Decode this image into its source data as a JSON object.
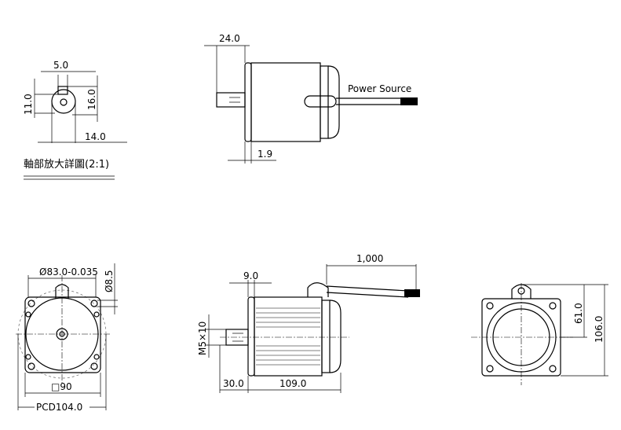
{
  "shaft_detail": {
    "dim_width": "5.0",
    "dim_height_left": "11.0",
    "dim_height_right": "16.0",
    "dim_diameter": "14.0",
    "title": "軸部放大詳圖(2:1)"
  },
  "side_view_top": {
    "dim_shaft_length": "24.0",
    "dim_flange": "1.9",
    "cable_label": "Power Source"
  },
  "front_view": {
    "dim_pilot": "Ø83.0-0.035",
    "dim_hole": "Ø8.5",
    "dim_square": "□90",
    "dim_pcd": "PCD104.0"
  },
  "side_view_bottom": {
    "dim_cable_length": "1,000",
    "dim_key": "9.0",
    "dim_thread": "M5×10",
    "dim_shaft": "30.0",
    "dim_body": "109.0"
  },
  "rear_view": {
    "dim_half": "61.0",
    "dim_total": "106.0"
  }
}
